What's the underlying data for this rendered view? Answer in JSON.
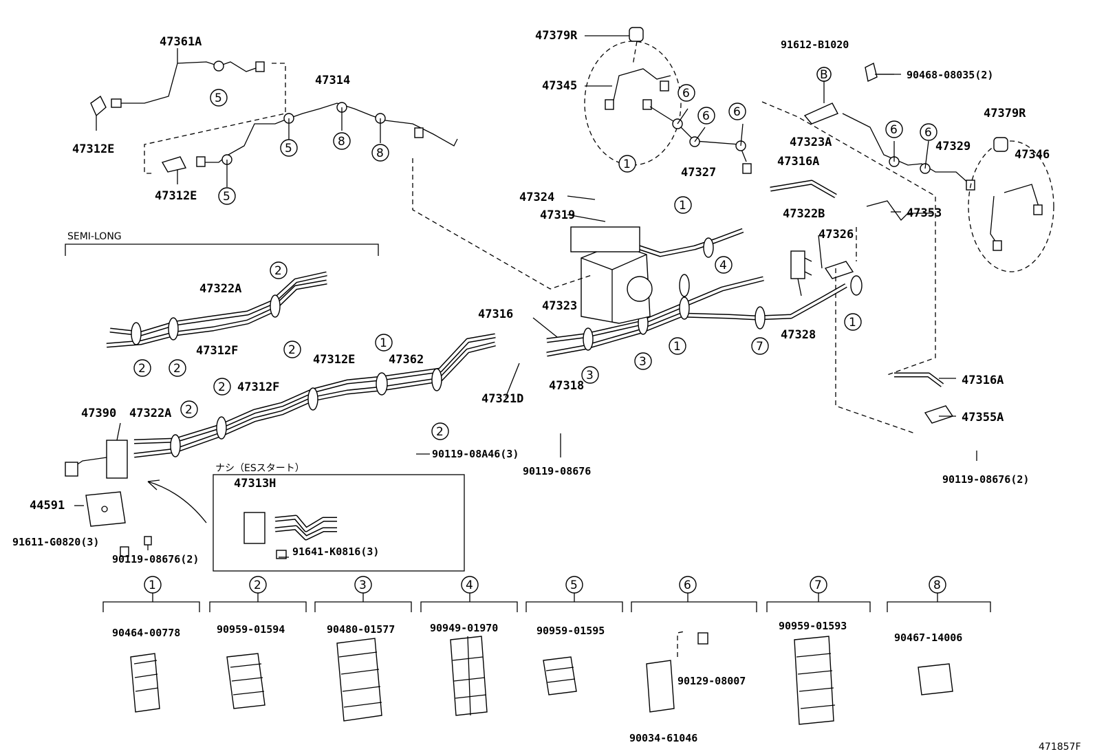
{
  "diagram": {
    "figure_code": "471857F",
    "group_labels": {
      "semi_long": "SEMI-LONG",
      "nashi": "ナシ（ESスタート）"
    },
    "part_labels": [
      "47361A",
      "47312E",
      "47314",
      "47312E",
      "47379R",
      "47345",
      "91612-B1020",
      "90468-08035(2)",
      "47323A",
      "47327",
      "47329",
      "47379R",
      "47346",
      "47316A",
      "47324",
      "47319",
      "47322B",
      "47353",
      "47326",
      "47316",
      "47323",
      "47328",
      "47322A",
      "47312F",
      "47312E",
      "47362",
      "47318",
      "47321D",
      "47312F",
      "47390",
      "47322A",
      "47316A",
      "47355A",
      "90119-08A46(3)",
      "90119-08676",
      "90119-08676(2)",
      "47313H",
      "91641-K0816(3)",
      "44591",
      "91611-G0820(3)",
      "90119-08676(2)"
    ],
    "clamp_legend": [
      {
        "ref": "1",
        "part": "90464-00778"
      },
      {
        "ref": "2",
        "part": "90959-01594"
      },
      {
        "ref": "3",
        "part": "90480-01577"
      },
      {
        "ref": "4",
        "part": "90949-01970"
      },
      {
        "ref": "5",
        "part": "90959-01595"
      },
      {
        "ref": "6",
        "part": "90129-08007",
        "extra": "90034-61046"
      },
      {
        "ref": "7",
        "part": "90959-01593"
      },
      {
        "ref": "8",
        "part": "90467-14006"
      }
    ],
    "callouts": [
      "5",
      "5",
      "8",
      "8",
      "5",
      "6",
      "6",
      "6",
      "1",
      "1",
      "4",
      "1",
      "1",
      "3",
      "3",
      "7",
      "2",
      "2",
      "2",
      "2",
      "2",
      "2",
      "1",
      "2",
      "6",
      "6",
      "B"
    ]
  }
}
